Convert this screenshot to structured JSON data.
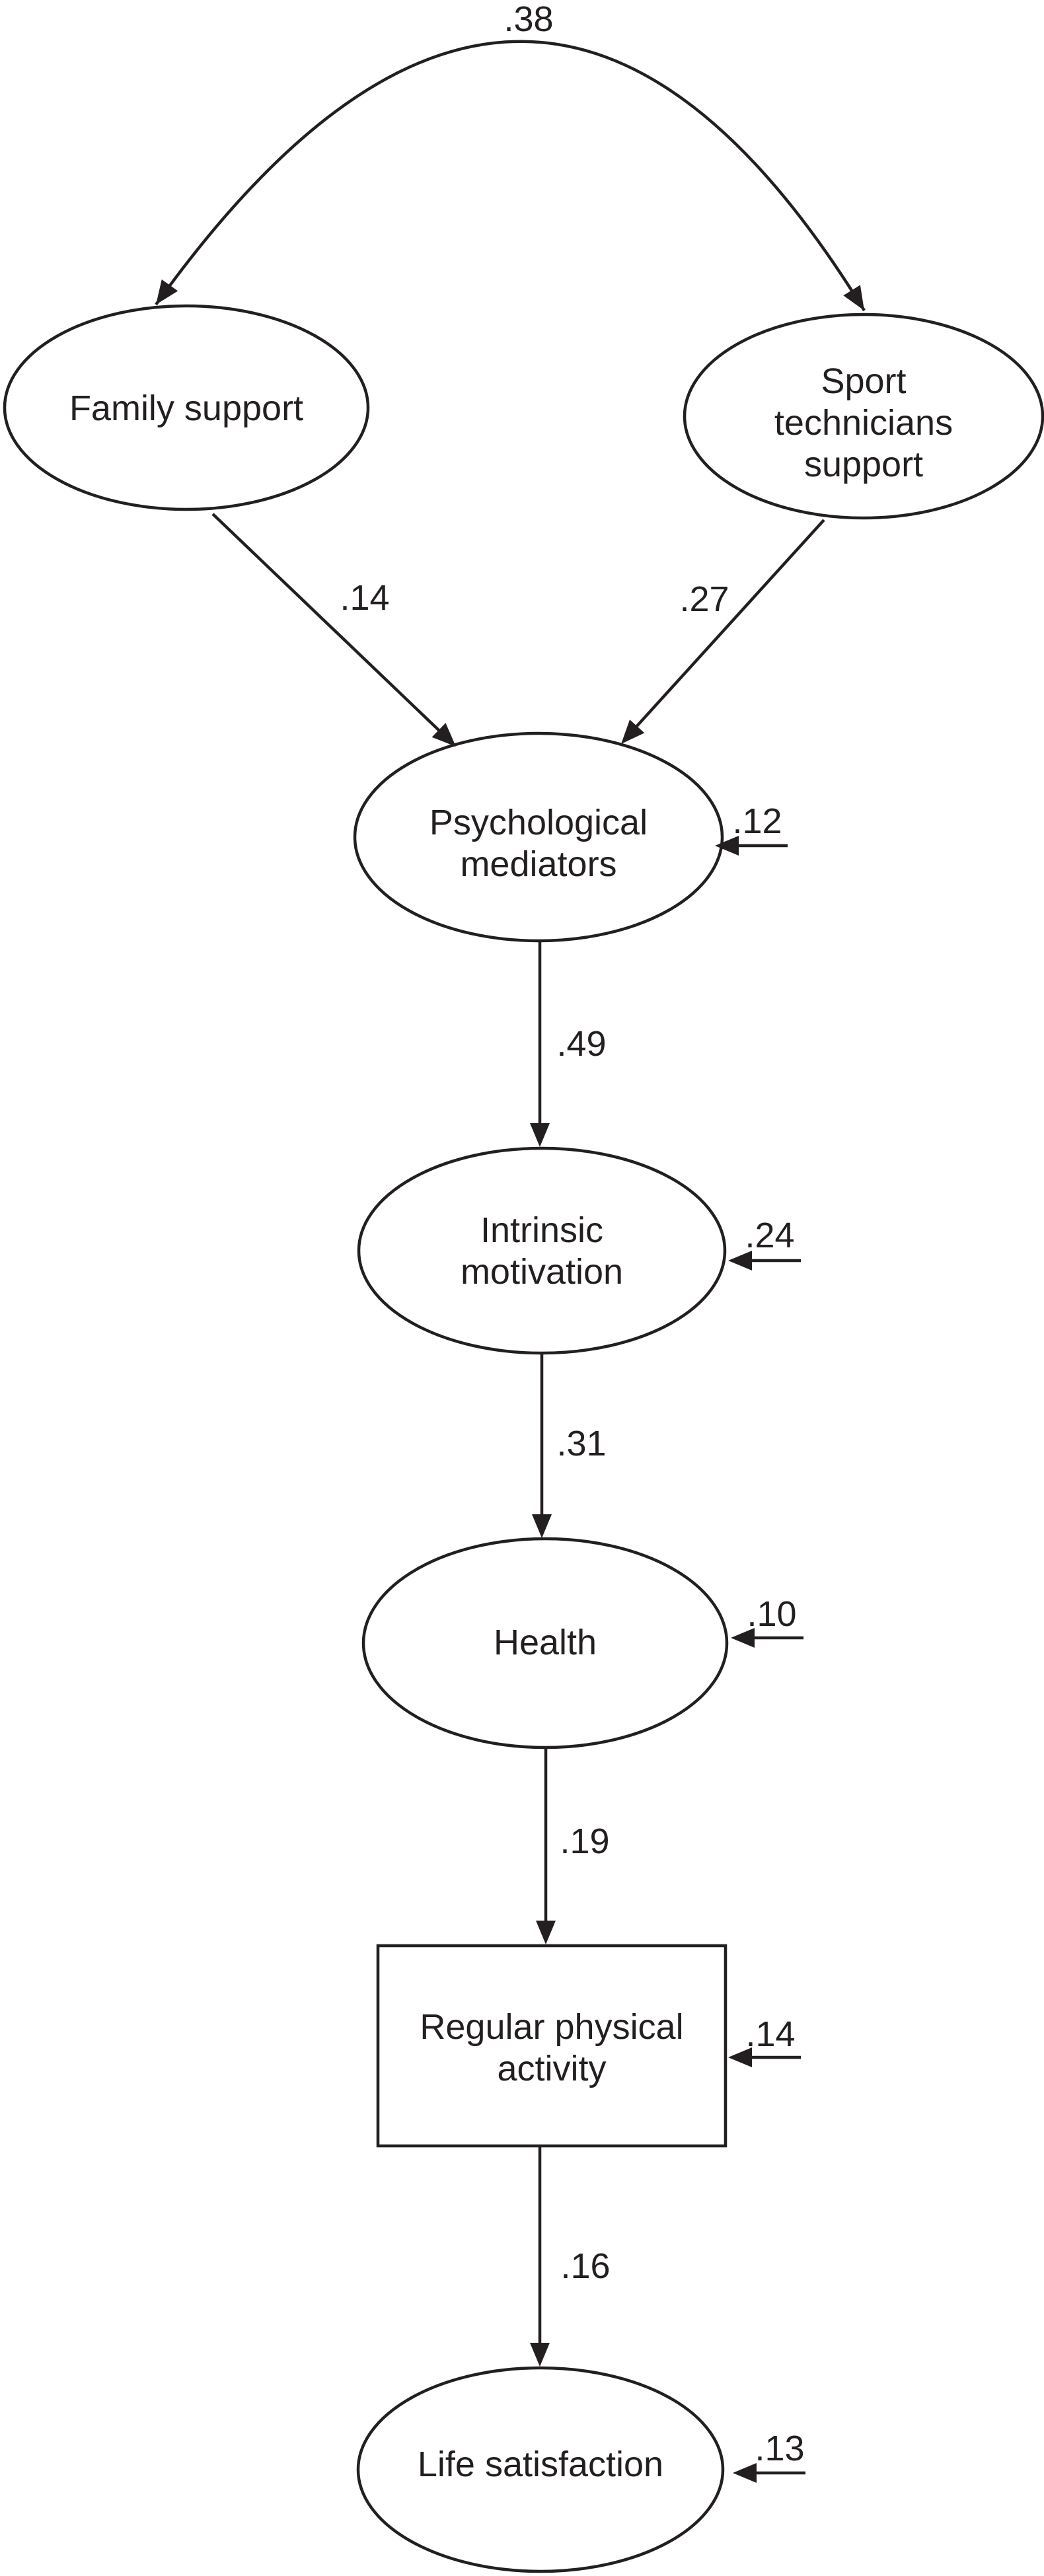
{
  "figure": {
    "kind": "structural-equation-model-path-diagram",
    "background_color": "#ffffff",
    "ink_color": "#231f20"
  },
  "nodes": [
    {
      "id": "family-support",
      "shape": "ellipse",
      "label": "Family support",
      "lines": [
        "Family support"
      ]
    },
    {
      "id": "sport-technicians-support",
      "shape": "ellipse",
      "label": "Sport technicians support",
      "lines": [
        "Sport",
        "technicians",
        "support"
      ]
    },
    {
      "id": "psychological-mediators",
      "shape": "ellipse",
      "label": "Psychological mediators",
      "lines": [
        "Psychological",
        "mediators"
      ]
    },
    {
      "id": "intrinsic-motivation",
      "shape": "ellipse",
      "label": "Intrinsic motivation",
      "lines": [
        "Intrinsic",
        "motivation"
      ]
    },
    {
      "id": "health",
      "shape": "ellipse",
      "label": "Health",
      "lines": [
        "Health"
      ]
    },
    {
      "id": "regular-physical-activity",
      "shape": "rectangle",
      "label": "Regular physical activity",
      "lines": [
        "Regular physical",
        "activity"
      ]
    },
    {
      "id": "life-satisfaction",
      "shape": "ellipse",
      "label": "Life satisfaction",
      "lines": [
        "Life satisfaction"
      ]
    }
  ],
  "edges": [
    {
      "from": "family-support",
      "to": "sport-technicians-support",
      "kind": "covariance",
      "coefficient": ".38"
    },
    {
      "from": "family-support",
      "to": "psychological-mediators",
      "kind": "directed",
      "coefficient": ".14"
    },
    {
      "from": "sport-technicians-support",
      "to": "psychological-mediators",
      "kind": "directed",
      "coefficient": ".27"
    },
    {
      "from": "psychological-mediators",
      "to": "intrinsic-motivation",
      "kind": "directed",
      "coefficient": ".49"
    },
    {
      "from": "intrinsic-motivation",
      "to": "health",
      "kind": "directed",
      "coefficient": ".31"
    },
    {
      "from": "health",
      "to": "regular-physical-activity",
      "kind": "directed",
      "coefficient": ".19"
    },
    {
      "from": "regular-physical-activity",
      "to": "life-satisfaction",
      "kind": "directed",
      "coefficient": ".16"
    }
  ],
  "residuals": [
    {
      "node": "psychological-mediators",
      "value": ".12"
    },
    {
      "node": "intrinsic-motivation",
      "value": ".24"
    },
    {
      "node": "health",
      "value": ".10"
    },
    {
      "node": "regular-physical-activity",
      "value": ".14"
    },
    {
      "node": "life-satisfaction",
      "value": ".13"
    }
  ]
}
